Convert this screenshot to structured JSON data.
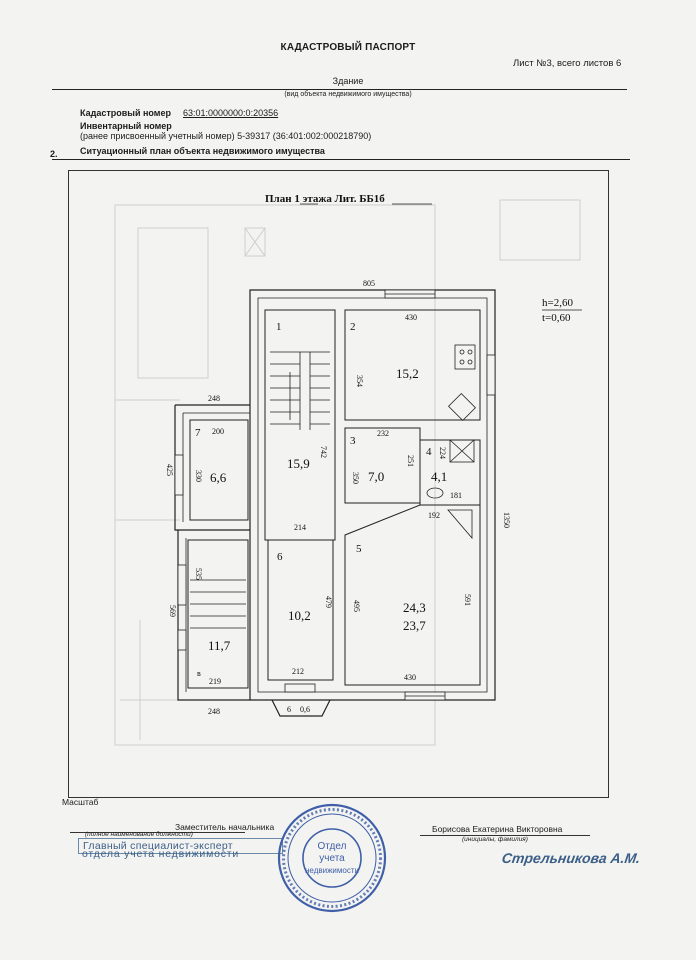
{
  "header": {
    "title": "КАДАСТРОВЫЙ ПАСПОРТ",
    "sheet": "Лист №3, всего листов 6",
    "building": "Здание",
    "object_kind": "(вид объекта недвижимого имущества)"
  },
  "identifiers": {
    "cadastral_label": "Кадастровый номер",
    "cadastral_value": "63:01:0000000:0:20356",
    "inventory_label": "Инвентарный номер",
    "previous_number": "(ранее присвоенный учетный номер)  5-39317 (36:401:002:000218790)"
  },
  "section": {
    "number": "2.",
    "title": "Ситуационный план объекта недвижимого имущества"
  },
  "plan": {
    "title": "План   1    этажа Лит.  ББ1б",
    "height_h": "h=2,60",
    "height_t": "t=0,60",
    "rooms": [
      {
        "num": "1",
        "area": "15,9"
      },
      {
        "num": "2",
        "area": "15,2"
      },
      {
        "num": "3",
        "area": "7,0"
      },
      {
        "num": "4",
        "area": "4,1"
      },
      {
        "num": "5",
        "area": "24,3",
        "area2": "23,7"
      },
      {
        "num": "6",
        "area": "10,2"
      },
      {
        "num": "7",
        "area": "6,6"
      }
    ],
    "extra_area": "11,7",
    "dims": [
      "805",
      "430",
      "354",
      "248",
      "200",
      "425",
      "330",
      "742",
      "232",
      "251",
      "224",
      "350",
      "181",
      "192",
      "214",
      "535",
      "569",
      "479",
      "495",
      "591",
      "1350",
      "212",
      "430",
      "219",
      "248",
      "0,6",
      "6",
      "в"
    ]
  },
  "footer": {
    "scale_label": "Масштаб",
    "deputy_title": "Заместитель начальника",
    "deputy_sub": "(полное наименование должности)",
    "position_line1": "Главный специалист-эксперт",
    "position_line2": "отдела учета недвижимости",
    "person_name": "Борисова Екатерина Викторовна",
    "person_sub": "(инициалы, фамилия)",
    "signer": "Стрельникова А.М."
  },
  "stamp": {
    "center1": "Отдел",
    "center2": "учета",
    "center3": "недвижимости"
  },
  "colors": {
    "ink": "#1c1c1c",
    "stamp": "#3f5fa8",
    "signature": "#3c5f88"
  }
}
